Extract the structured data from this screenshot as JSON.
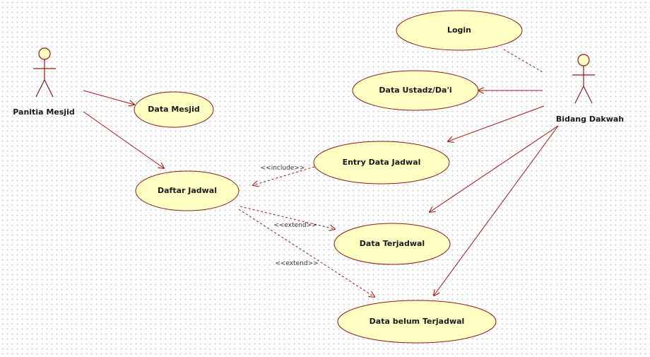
{
  "actors": {
    "panitia": "Panitia Mesjid",
    "bidang": "Bidang Dakwah"
  },
  "use_cases": {
    "login": "Login",
    "data_ustadz": "Data Ustadz/Da'i",
    "data_mesjid": "Data Mesjid",
    "entry_jadwal": "Entry Data Jadwal",
    "daftar_jadwal": "Daftar Jadwal",
    "data_terjadwal": "Data Terjadwal",
    "data_belum": "Data belum Terjadwal"
  },
  "relations": {
    "include": "<<include>>",
    "extend_1": "<<extend>>",
    "extend_2": "<<extend>>"
  },
  "colors": {
    "use_case_fill": "#ffffc4",
    "line": "#a31515",
    "grid_dots": "#c9c9c9"
  }
}
